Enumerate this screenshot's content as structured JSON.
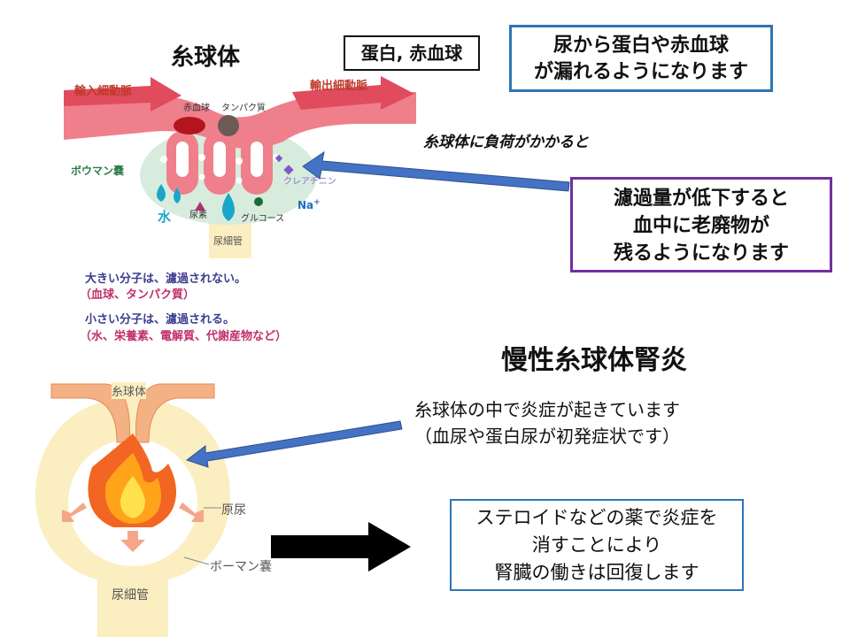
{
  "glomerulus": {
    "title": "糸球体",
    "protein_box": "蛋白, 赤血球",
    "afferent": "輸入細動脈",
    "efferent": "輸出細動脈",
    "rbc": "赤血球",
    "protein": "タンパク質",
    "bowman": "ボウマン嚢",
    "creatinine": "クレアチニン",
    "na": "Na",
    "na_plus": "+",
    "urea": "尿素",
    "water": "水",
    "glucose": "グルコース",
    "tubule": "尿細管",
    "large_line1": "大きい分子は、濾過されない。",
    "large_line2": "（血球、タンパク質）",
    "small_line1": "小さい分子は、濾過される。",
    "small_line2": "（水、栄養素、電解質、代謝産物など）"
  },
  "callouts": {
    "leak_line1": "尿から蛋白や赤血球",
    "leak_line2": "が漏れるようになります",
    "load": "糸球体に負荷がかかると",
    "waste_line1": "濾過量が低下すると",
    "waste_line2": "血中に老廃物が",
    "waste_line3": "残るようになります"
  },
  "chronic": {
    "title": "慢性糸球体腎炎",
    "desc_line1": "糸球体の中で炎症が起きています",
    "desc_line2": "（血尿や蛋白尿が初発症状です）",
    "label_glomerulus": "糸球体",
    "label_primary_urine": "原尿",
    "label_bowman": "ボーマン嚢",
    "label_tubule": "尿細管",
    "steroid_line1": "ステロイドなどの薬で炎症を",
    "steroid_line2": "消すことにより",
    "steroid_line3": "腎臓の働きは回復します"
  },
  "colors": {
    "blue_border": "#2e75b6",
    "purple_border": "#7030a0",
    "arrow_fill": "#4472c4",
    "vessel": "#ef7f8b",
    "vessel_dark": "#e14b5e",
    "capsule": "#d7ecdd",
    "tubule": "#fbeec0",
    "red_text": "#c0392b",
    "navy_text": "#3b3d8f",
    "pink_text": "#c0306a"
  }
}
